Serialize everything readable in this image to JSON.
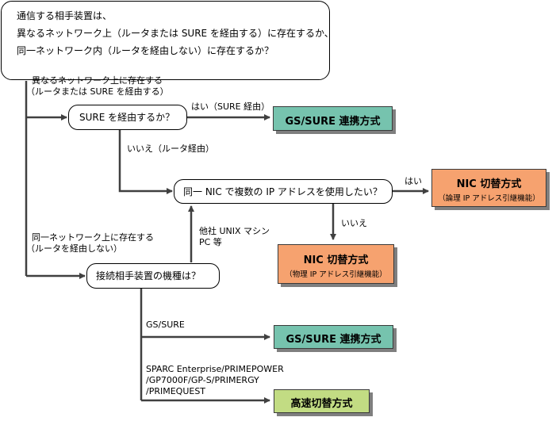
{
  "colors": {
    "teal": "#76c3ae",
    "orange": "#f6a26f",
    "green": "#c2dc83",
    "line": "#404040"
  },
  "questions": {
    "top": [
      "通信する相手装置は、",
      "異なるネットワーク上（ルータまたは SURE を経由する）に存在するか、",
      "同一ネットワーク内（ルータを経由しない）に存在するか？"
    ],
    "sure": "SURE を経由するか？",
    "nic": "同一 NIC で複数の IP アドレスを使用したい？",
    "model": "接続相手装置の機種は？"
  },
  "labels": {
    "different_network": [
      "異なるネットワーク上に存在する",
      "（ルータまたは SURE を経由する）"
    ],
    "yes_sure": "はい（SURE 経由）",
    "no_router": "いいえ（ルータ経由）",
    "yes": "はい",
    "no": "いいえ",
    "same_network": [
      "同一ネットワーク上に存在する",
      "（ルータを経由しない）"
    ],
    "other_unix": [
      "他社 UNIX マシン",
      "PC 等"
    ],
    "gs_sure": "GS/SURE",
    "sparc": [
      "SPARC Enterprise/PRIMEPOWER",
      "/GP7000F/GP-S/PRIMERGY",
      "/PRIMEQUEST"
    ]
  },
  "results": {
    "gs_sure_1": {
      "main": "GS/SURE 連携方式"
    },
    "nic_logical": {
      "main": "NIC 切替方式",
      "sub": "（論理 IP アドレス引継機能）"
    },
    "nic_physical": {
      "main": "NIC 切替方式",
      "sub": "（物理 IP アドレス引継機能）"
    },
    "gs_sure_2": {
      "main": "GS/SURE 連携方式"
    },
    "fast_switch": {
      "main": "高速切替方式"
    }
  }
}
